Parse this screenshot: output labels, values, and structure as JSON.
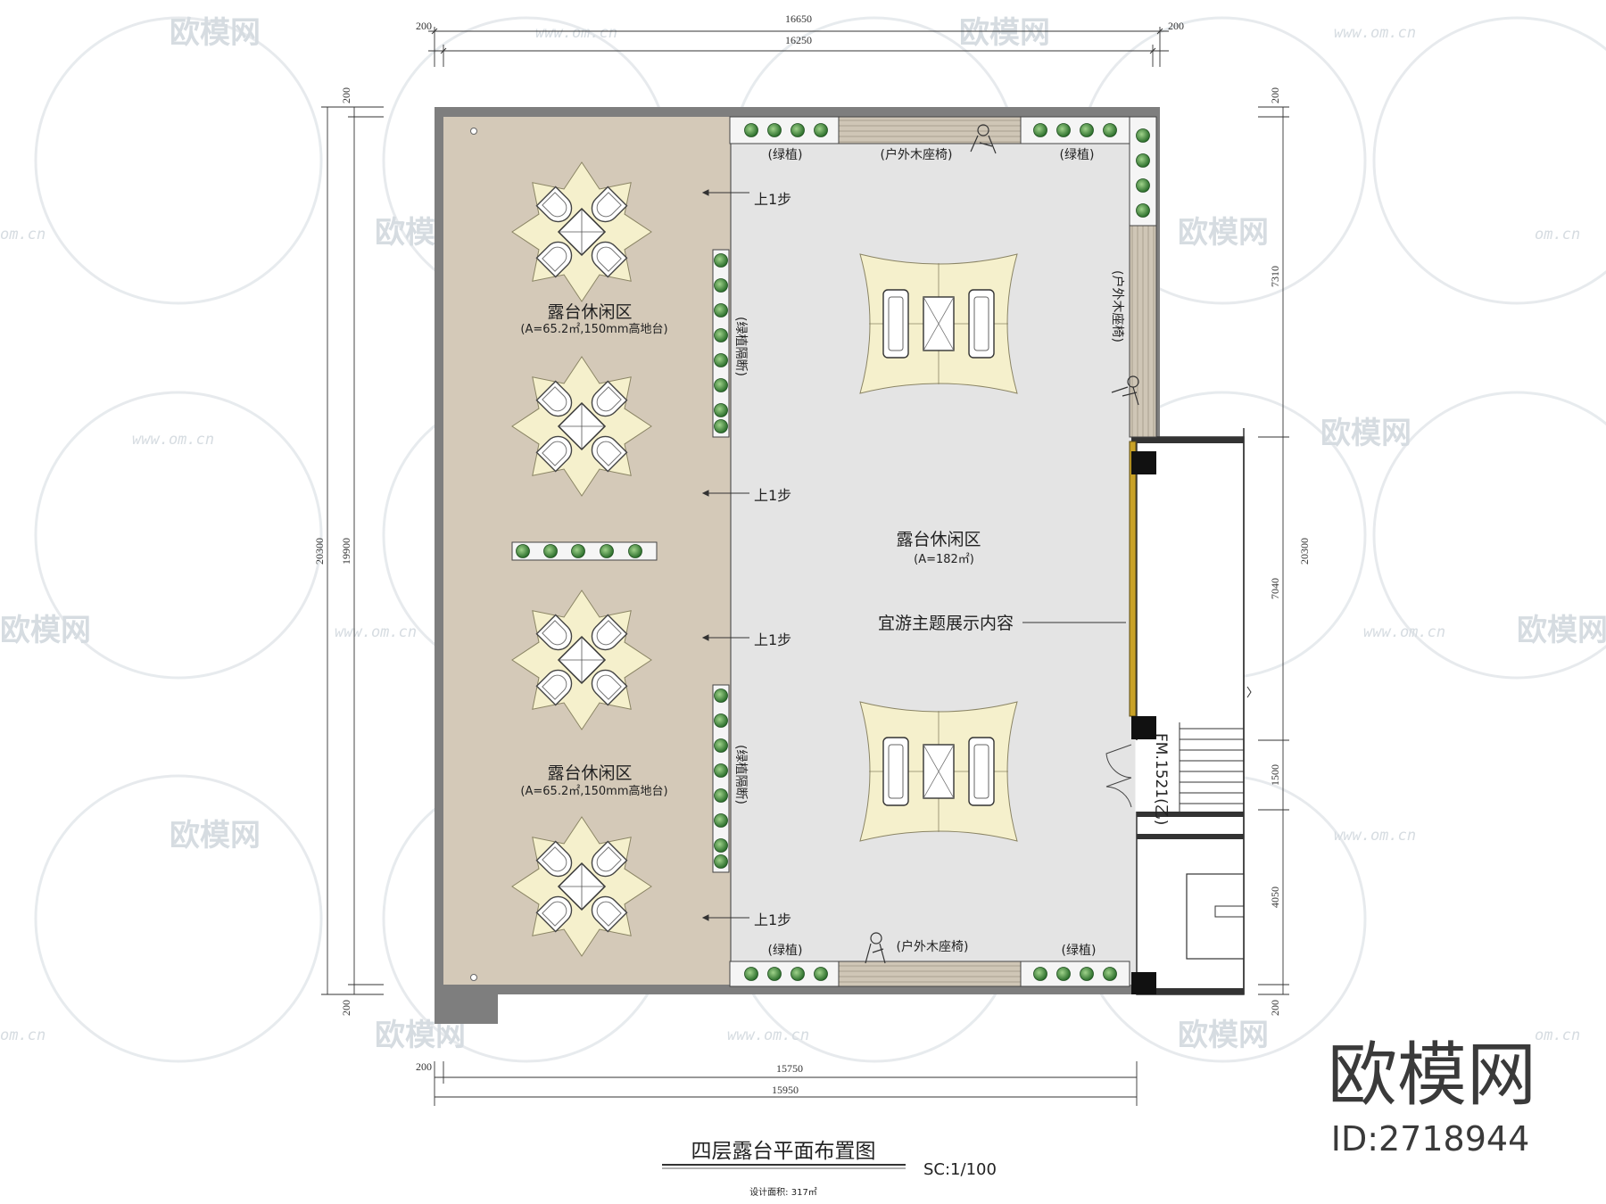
{
  "dimensions": {
    "top_total": "16650",
    "top_inner": "16250",
    "top_left_offset": "200",
    "top_right_offset": "200",
    "left_outer": "20300",
    "left_inner": "19900",
    "left_top": "200",
    "left_bottom": "200",
    "right_top": "200",
    "right_seg1": "7310",
    "right_seg2": "7040",
    "right_seg3": "1500",
    "right_seg4": "4050",
    "right_bottom": "200",
    "right_total": "20300",
    "bottom_left_offset": "200",
    "bottom_inner": "15750",
    "bottom_total": "15950"
  },
  "labels": {
    "zone_left_top": "露台休闲区",
    "zone_left_top_sub": "(A=65.2㎡,150mm高地台)",
    "zone_left_bottom": "露台休闲区",
    "zone_left_bottom_sub": "(A=65.2㎡,150mm高地台)",
    "zone_center": "露台休闲区",
    "zone_center_sub": "(A=182㎡)",
    "display": "宜游主题展示内容",
    "step1": "上1步",
    "step2": "上1步",
    "step3": "上1步",
    "step4": "上1步",
    "planter_top_left": "(绿植)",
    "bench_top": "(户外木座椅)",
    "planter_top_right": "(绿植)",
    "planter_bottom_left": "(绿植)",
    "bench_bottom": "(户外木座椅)",
    "planter_bottom_right": "(绿植)",
    "bench_right": "(户外木座椅)",
    "partition_upper": "(绿植隔断)",
    "partition_lower": "(绿植隔断)",
    "door": "FM.1521(乙)"
  },
  "title": {
    "main": "四层露台平面布置图",
    "scale": "SC:1/100",
    "area_note": "设计面积: 317㎡"
  },
  "watermark": {
    "brand": "欧模网",
    "url": "www.om.cn",
    "url_short": "om.cn",
    "id": "ID:2718944"
  },
  "colors": {
    "deck": "#d4c9b8",
    "plaza": "#e4e4e4",
    "canopy": "#f5f0cc",
    "wall": "#7e7e7e",
    "plant": "#3c8a3c",
    "wood": "#c2b8a6",
    "door_gold": "#c9a227"
  }
}
